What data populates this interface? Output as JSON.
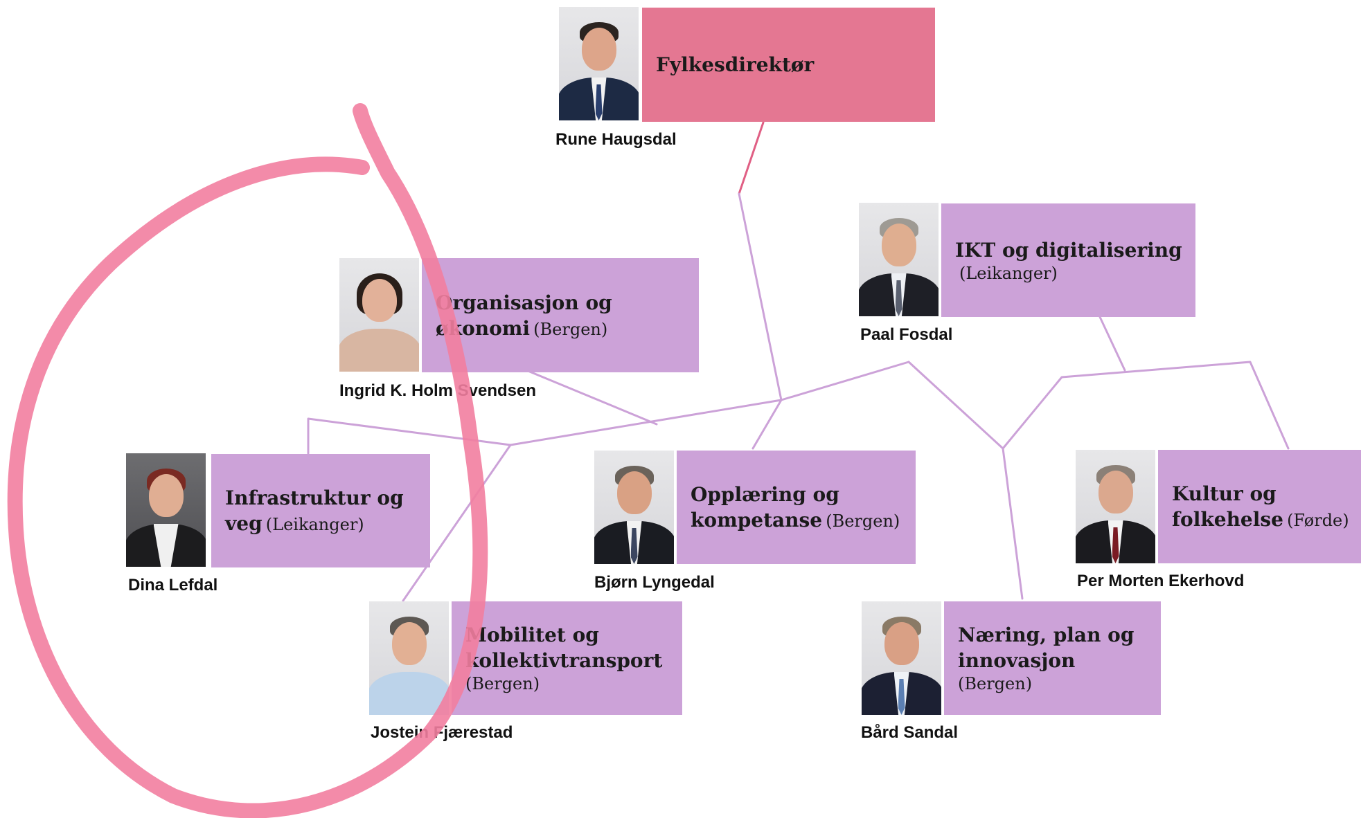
{
  "colors": {
    "director_box": "#e47792",
    "unit_box": "#cca2d8",
    "connector": "#cca2d8",
    "director_connector": "#e05f84",
    "annotation_circle": "#f27ea0"
  },
  "director": {
    "title": "Fylkesdirektør",
    "name": "Rune Haugsdal",
    "photo": "portrait-man-suit-icon"
  },
  "units": [
    {
      "id": "ikt",
      "title_lines": [
        "IKT og digitalisering"
      ],
      "location": "(Leikanger)",
      "name": "Paal Fosdal",
      "photo": "portrait-man-suit-icon"
    },
    {
      "id": "org",
      "title_lines": [
        "Organisasjon og",
        "økonomi"
      ],
      "location": "(Bergen)",
      "name": "Ingrid K. Holm Svendsen",
      "photo": "portrait-woman-icon"
    },
    {
      "id": "infra",
      "title_lines": [
        "Infrastruktur og",
        "veg"
      ],
      "location": "(Leikanger)",
      "name": "Dina Lefdal",
      "photo": "portrait-woman-icon"
    },
    {
      "id": "opl",
      "title_lines": [
        "Opplæring og",
        "kompetanse"
      ],
      "location": "(Bergen)",
      "name": "Bjørn Lyngedal",
      "photo": "portrait-man-suit-icon"
    },
    {
      "id": "kultur",
      "title_lines": [
        "Kultur og",
        "folkehelse"
      ],
      "location": "(Førde)",
      "name": "Per Morten Ekerhovd",
      "photo": "portrait-man-suit-icon"
    },
    {
      "id": "mob",
      "title_lines": [
        "Mobilitet og",
        "kollektivtransport"
      ],
      "location": "(Bergen)",
      "name": "Jostein Fjærestad",
      "photo": "portrait-man-shirt-icon"
    },
    {
      "id": "naering",
      "title_lines": [
        "Næring, plan og",
        "innovasjon"
      ],
      "location": "(Bergen)",
      "name": "Bård Sandal",
      "photo": "portrait-man-suit-icon"
    }
  ]
}
